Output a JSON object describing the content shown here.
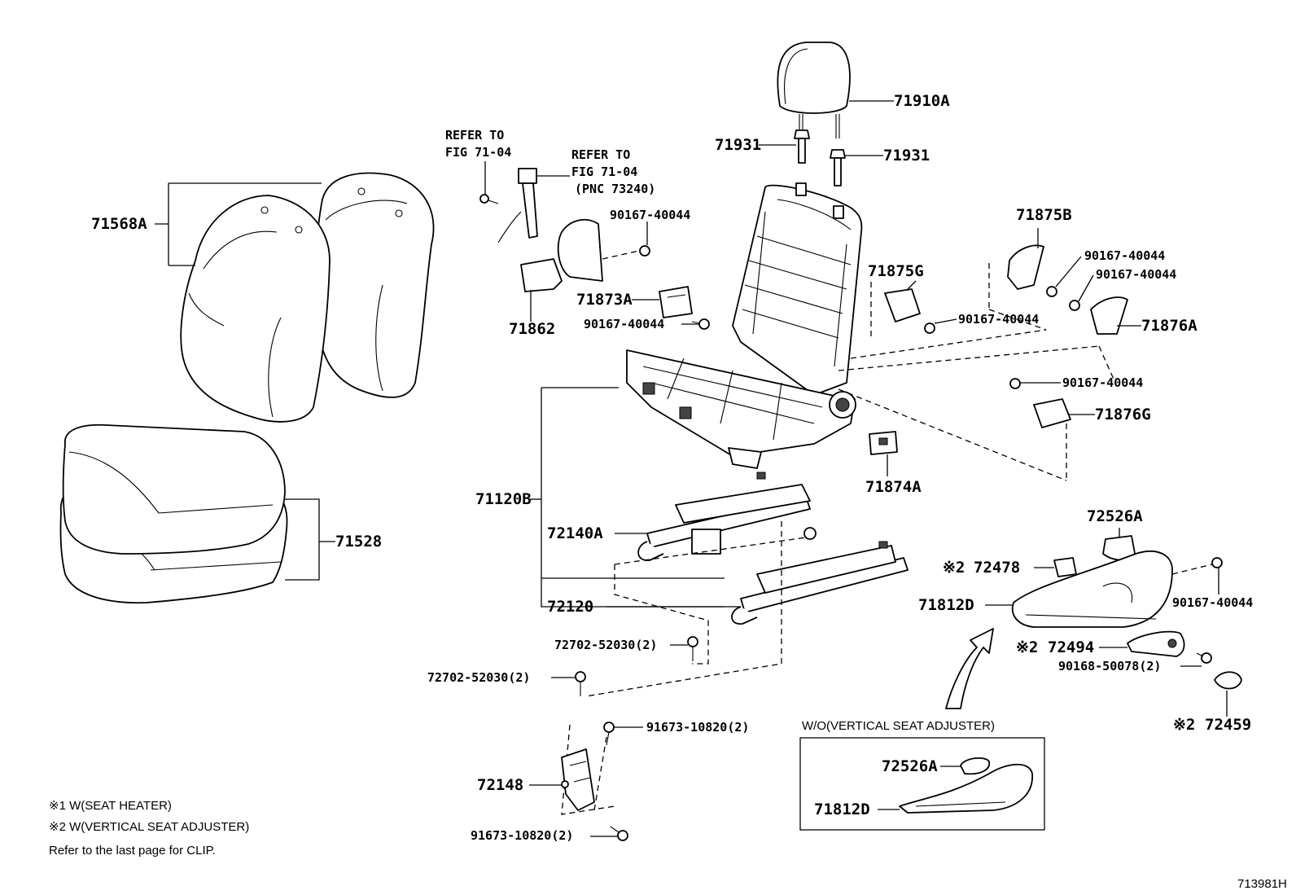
{
  "labels": {
    "p71910A": "71910A",
    "p71931a": "71931",
    "p71931b": "71931",
    "p71568A": "71568A",
    "p71528": "71528",
    "p71862": "71862",
    "p71873A": "71873A",
    "p71875G": "71875G",
    "p71875B": "71875B",
    "p71876A": "71876A",
    "p71876G": "71876G",
    "p71874A": "71874A",
    "p71120B": "71120B",
    "p72140A": "72140A",
    "p72120": "72120",
    "p72526A": "72526A",
    "p72478": "72478",
    "p71812D": "71812D",
    "p72494": "72494",
    "p72459": "72459",
    "p72148": "72148",
    "p72526A_b": "72526A",
    "p71812D_b": "71812D"
  },
  "fasteners": {
    "f1": "90167-40044",
    "f2": "90167-40044",
    "f3": "90167-40044",
    "f4": "90167-40044",
    "f5": "90167-40044",
    "f6": "90167-40044",
    "f7": "90167-40044",
    "f8": "90168-50078(2)",
    "f9": "72702-52030(2)",
    "f10": "72702-52030(2)",
    "f11": "91673-10820(2)",
    "f12": "91673-10820(2)"
  },
  "refs": {
    "r1_line1": "REFER TO",
    "r1_line2": "FIG 71-04",
    "r2_line1": "REFER TO",
    "r2_line2": "FIG 71-04",
    "r2_line3": "(PNC 73240)"
  },
  "marks": {
    "m72478": "※2",
    "m72494": "※2",
    "m72459": "※2"
  },
  "inset": {
    "title": "W/O(VERTICAL SEAT ADJUSTER)"
  },
  "notes": {
    "n1": "※1  W(SEAT HEATER)",
    "n2": "※2  W(VERTICAL SEAT ADJUSTER)",
    "n3": "Refer to the last page for CLIP."
  },
  "figure_id": "713981H"
}
